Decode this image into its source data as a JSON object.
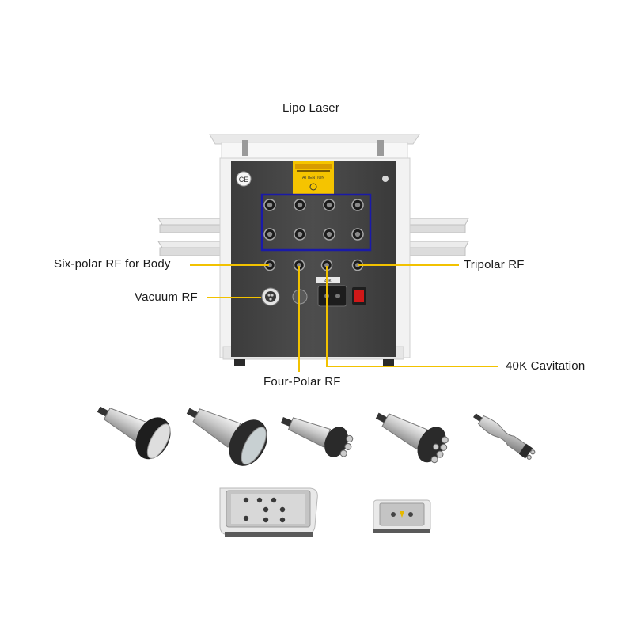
{
  "labels": {
    "lipo_laser": "Lipo Laser",
    "six_polar": "Six-polar RF for Body",
    "vacuum": "Vacuum RF",
    "four_polar": "Four-Polar RF",
    "tripolar": "Tripolar RF",
    "cavitation": "40K Cavitation"
  },
  "colors": {
    "leader_line": "#f2c200",
    "panel": "#4a4a4a",
    "highlight_box": "#1a1aa8",
    "warning_label": "#f5c400",
    "power_switch": "#d01818"
  },
  "device": {
    "ce_mark": "CE",
    "warning_title": "ATTENTION",
    "socket_tag": "40K"
  },
  "accessories": {
    "handpieces": [
      "handpiece-40k-cavitation",
      "handpiece-vacuum-rf",
      "handpiece-tripolar-rf",
      "handpiece-six-polar-rf",
      "handpiece-four-polar-rf"
    ],
    "laser_pads": [
      "large-lipo-laser-pad",
      "small-lipo-laser-pad"
    ]
  }
}
